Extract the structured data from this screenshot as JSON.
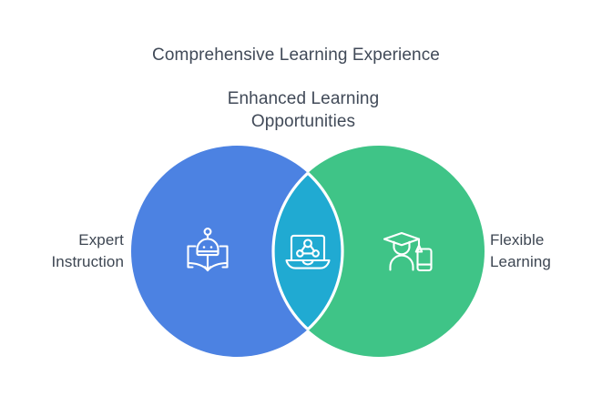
{
  "diagram": {
    "type": "venn",
    "title": "Comprehensive Learning Experience",
    "intersection_label_line1": "Enhanced Learning",
    "intersection_label_line2": "Opportunities",
    "left": {
      "label_line1": "Expert",
      "label_line2": "Instruction",
      "color": "#4c82e2",
      "icon": "robot-book-icon"
    },
    "right": {
      "label_line1": "Flexible",
      "label_line2": "Learning",
      "color": "#3fc487",
      "icon": "graduate-phone-icon"
    },
    "intersection": {
      "color": "#20aad2",
      "icon": "laptop-network-icon"
    },
    "colors": {
      "background": "#ffffff",
      "title_text": "#414a58",
      "label_text": "#3d4652",
      "icon_stroke": "#ffffff",
      "circle_divider": "#ffffff"
    }
  }
}
